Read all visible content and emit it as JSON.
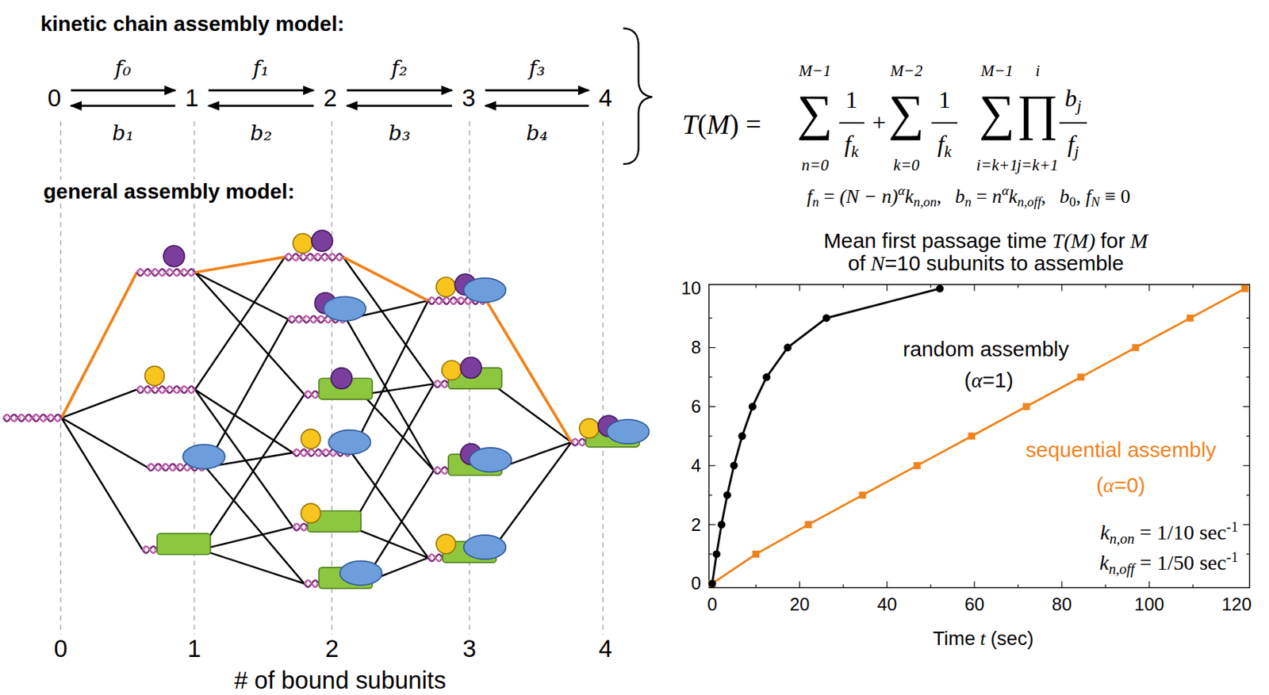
{
  "diagram": {
    "nodes": [
      {
        "text": [
          "0"
        ]
      },
      {
        "text": [
          "1"
        ]
      },
      {
        "text": [
          "2"
        ]
      },
      {
        "text": [
          "3"
        ]
      },
      {
        "text": [
          "4"
        ]
      }
    ],
    "edges": [
      {
        "from": 0,
        "to": 1,
        "label": "f₀",
        "arrow": "to"
      },
      {
        "from": 1,
        "to": 0,
        "label": "b₁",
        "arrow": "to"
      },
      {
        "from": 1,
        "to": 2,
        "label": "f₁",
        "arrow": "to"
      },
      {
        "from": 2,
        "to": 1,
        "label": "b₂",
        "arrow": "to"
      },
      {
        "from": 2,
        "to": 3,
        "label": "f₂",
        "arrow": "to"
      },
      {
        "from": 3,
        "to": 2,
        "label": "b₃",
        "arrow": "to"
      },
      {
        "from": 3,
        "to": 4,
        "label": "f₃",
        "arrow": "to"
      },
      {
        "from": 4,
        "to": 3,
        "label": "b₄",
        "arrow": "to"
      }
    ],
    "labels": [
      "kinetic chain assembly model:",
      "general assembly model:",
      "0",
      "1",
      "2",
      "3",
      "4",
      "# of bound subunits",
      "T",
      "(",
      "M",
      ") =",
      "M−1",
      "∑",
      "n=0",
      "1",
      "f",
      "k",
      "+",
      "M−2",
      "∑",
      "k=0",
      "1",
      "f",
      "k",
      "M−1",
      "∑",
      "i=k+1",
      "i",
      "∏",
      "j=k+1",
      "b",
      "j",
      "f",
      "j",
      "f",
      "n",
      "=",
      "(N − n)",
      "α",
      "k",
      "n,on",
      ",",
      "b",
      "n",
      "=",
      "n",
      "α",
      "k",
      "n,off",
      ",",
      "b",
      "0",
      ",",
      "f",
      "N",
      "≡ 0",
      "Mean first passage time",
      "T(M)",
      "for",
      "M",
      "of",
      "N",
      "=10 subunits to assemble",
      "0",
      "2",
      "4",
      "6",
      "8",
      "10",
      "0",
      "20",
      "40",
      "60",
      "80",
      "100",
      "120",
      "Time",
      "t",
      "(sec)",
      "random assembly",
      "(",
      "α",
      "=1)",
      "sequential assembly",
      "(",
      "α",
      "=0)",
      "k",
      "n,on",
      "= 1/10",
      "sec",
      "-1",
      "k",
      "n,off",
      "= 1/50",
      "sec",
      "-1"
    ]
  }
}
